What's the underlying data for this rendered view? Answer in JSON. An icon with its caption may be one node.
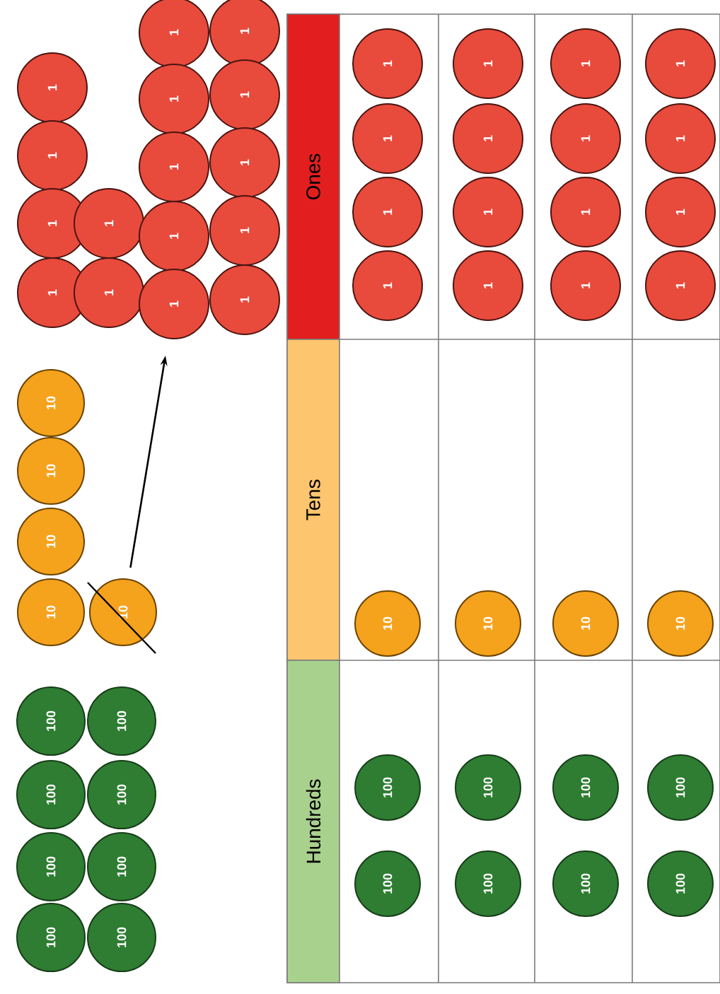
{
  "diagram": {
    "nodes": [
      {
        "text": [
          "1"
        ]
      },
      {
        "text": [
          "1"
        ]
      },
      {
        "text": [
          "1"
        ]
      },
      {
        "text": [
          "1"
        ]
      },
      {
        "text": [
          "1"
        ]
      },
      {
        "text": [
          "1"
        ]
      },
      {
        "text": [
          "1"
        ]
      },
      {
        "text": [
          "1"
        ]
      },
      {
        "text": [
          "1"
        ]
      },
      {
        "text": [
          "1"
        ]
      },
      {
        "text": [
          "1"
        ]
      },
      {
        "text": [
          "1"
        ]
      },
      {
        "text": [
          "1"
        ]
      },
      {
        "text": [
          "1"
        ]
      },
      {
        "text": [
          "1"
        ]
      },
      {
        "text": [
          "1"
        ]
      },
      {
        "text": [
          "10"
        ]
      },
      {
        "text": [
          "10"
        ]
      },
      {
        "text": [
          "10"
        ]
      },
      {
        "text": [
          "10"
        ]
      },
      {
        "text": [
          "10"
        ]
      },
      {
        "text": [
          "100"
        ]
      },
      {
        "text": [
          "100"
        ]
      },
      {
        "text": [
          "100"
        ]
      },
      {
        "text": [
          "100"
        ]
      },
      {
        "text": [
          "100"
        ]
      },
      {
        "text": [
          "100"
        ]
      },
      {
        "text": [
          "100"
        ]
      },
      {
        "text": [
          "100"
        ]
      },
      {
        "text": [
          "Ones"
        ]
      },
      {
        "text": [
          "Tens"
        ]
      },
      {
        "text": [
          "Hundreds"
        ]
      },
      {
        "text": [
          "1"
        ]
      },
      {
        "text": [
          "1"
        ]
      },
      {
        "text": [
          "1"
        ]
      },
      {
        "text": [
          "1"
        ]
      },
      {
        "text": [
          "10"
        ]
      },
      {
        "text": [
          "100"
        ]
      },
      {
        "text": [
          "100"
        ]
      },
      {
        "text": [
          "1"
        ]
      },
      {
        "text": [
          "1"
        ]
      },
      {
        "text": [
          "1"
        ]
      },
      {
        "text": [
          "1"
        ]
      },
      {
        "text": [
          "10"
        ]
      },
      {
        "text": [
          "100"
        ]
      },
      {
        "text": [
          "100"
        ]
      },
      {
        "text": [
          "1"
        ]
      },
      {
        "text": [
          "1"
        ]
      },
      {
        "text": [
          "1"
        ]
      },
      {
        "text": [
          "1"
        ]
      },
      {
        "text": [
          "10"
        ]
      },
      {
        "text": [
          "100"
        ]
      },
      {
        "text": [
          "100"
        ]
      },
      {
        "text": [
          "1"
        ]
      },
      {
        "text": [
          "1"
        ]
      },
      {
        "text": [
          "1"
        ]
      },
      {
        "text": [
          "1"
        ]
      },
      {
        "text": [
          "10"
        ]
      },
      {
        "text": [
          "100"
        ]
      },
      {
        "text": [
          "100"
        ]
      }
    ],
    "edges": [
      {
        "from": 20,
        "to": 10,
        "arrow": "to"
      }
    ]
  }
}
